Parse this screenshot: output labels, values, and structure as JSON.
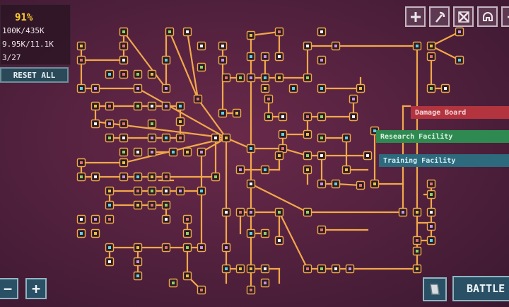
{
  "stats": {
    "completion": "91%",
    "line1": "100K/435K",
    "line2": "9.95K/11.1K",
    "line3": "3/27"
  },
  "reset_label": "RESET ALL",
  "toolbar": {
    "items": [
      {
        "name": "add-icon"
      },
      {
        "name": "pickaxe-icon"
      },
      {
        "name": "crossed-tools-icon"
      },
      {
        "name": "helmet-icon"
      },
      {
        "name": "extra-tool-icon"
      }
    ]
  },
  "panels": {
    "damage_board": "Damage Board",
    "research_facility": "Research Facility",
    "training_facility": "Training Facility"
  },
  "zoom": {
    "out": "−",
    "in": "+"
  },
  "battle_label": "BATTLE",
  "colors": {
    "background": "#55223f",
    "line": "#f2a84a",
    "node_frame": "#f2a84a",
    "damage_panel": "#b3343f",
    "research_panel": "#2f8a52",
    "training_panel": "#2d6a7d",
    "accent_yellow": "#ffcc33"
  }
}
